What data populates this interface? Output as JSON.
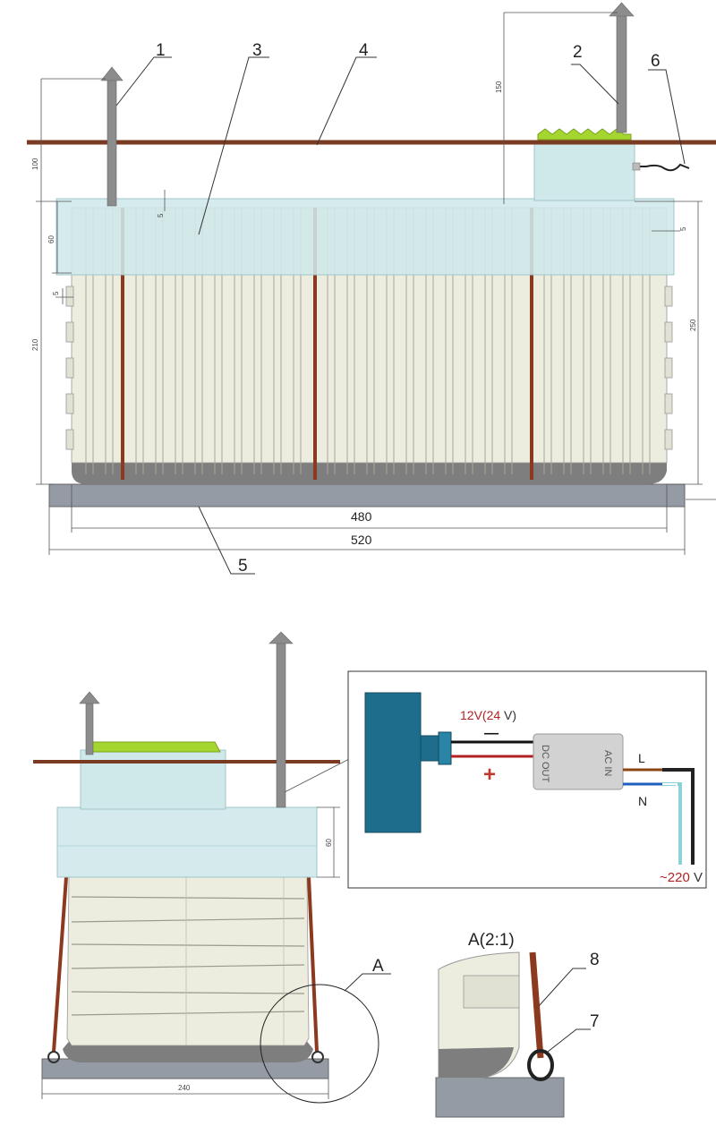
{
  "callouts": [
    "1",
    "2",
    "3",
    "4",
    "5",
    "6",
    "7",
    "8"
  ],
  "dimensions": {
    "top_left_height": "100",
    "vent_height": "150",
    "band_height": "60",
    "gap_small": "5",
    "tank_height": "210",
    "total_height": "250",
    "inner_width": "480",
    "outer_width": "520",
    "side_band_height": "60",
    "side_base_width": "240",
    "marker_5": "5"
  },
  "detail": {
    "label": "A",
    "title": "A(2:1)"
  },
  "wiring": {
    "dc_voltage_prefix": "12V(",
    "dc_voltage_alt": "24",
    "dc_voltage_suffix": " V)",
    "minus": "—",
    "plus": "+",
    "dc_out": "DC OUT",
    "ac_in": "AC IN",
    "live": "L",
    "neutral": "N",
    "ac_voltage_prefix": "~",
    "ac_voltage_num": "220",
    "ac_voltage_suffix": " V"
  },
  "colors": {
    "ground_line": "#7a3b22",
    "insulation": "#cfe8ea",
    "tank_body": "#ececdf",
    "tank_base": "#7e7e7e",
    "slab": "#949ba5",
    "strap": "#8b3a1f",
    "lid": "#a4d62f",
    "vent_pipe": "#8c8c8c",
    "fitting": "#1f6d8c",
    "voltage_red": "#b22222"
  }
}
